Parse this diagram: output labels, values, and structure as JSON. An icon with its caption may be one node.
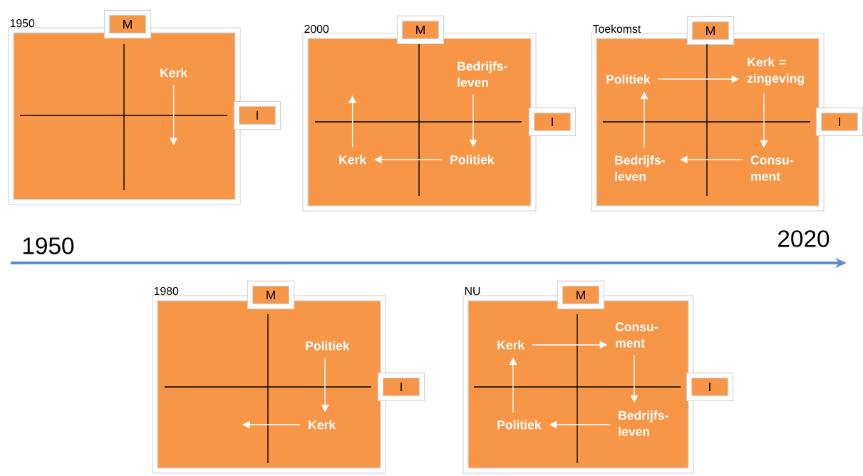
{
  "diagram": {
    "nodes": [
      {
        "text": [
          "1950"
        ]
      },
      {
        "text": [
          "M"
        ]
      },
      {
        "text": [
          "I"
        ]
      },
      {
        "text": [
          "Kerk"
        ],
        "in": 0
      },
      {
        "text": [
          "2000"
        ]
      },
      {
        "text": [
          "M"
        ]
      },
      {
        "text": [
          "I"
        ]
      },
      {
        "text": [
          "Bedrijfs- leven"
        ],
        "in": 4
      },
      {
        "text": [
          "Kerk"
        ],
        "in": 4
      },
      {
        "text": [
          "Politiek"
        ],
        "in": 4
      },
      {
        "text": [
          "Toekomst"
        ]
      },
      {
        "text": [
          "M"
        ]
      },
      {
        "text": [
          "I"
        ]
      },
      {
        "text": [
          "Politiek"
        ],
        "in": 10
      },
      {
        "text": [
          "Kerk = zingeving"
        ],
        "in": 10
      },
      {
        "text": [
          "Bedrijfs- leven"
        ],
        "in": 10
      },
      {
        "text": [
          "Consu- ment"
        ],
        "in": 10
      },
      {
        "text": [
          "1980"
        ]
      },
      {
        "text": [
          "M"
        ]
      },
      {
        "text": [
          "I"
        ]
      },
      {
        "text": [
          "Politiek"
        ],
        "in": 17
      },
      {
        "text": [
          "Kerk"
        ],
        "in": 17
      },
      {
        "text": [
          "NU"
        ]
      },
      {
        "text": [
          "M"
        ]
      },
      {
        "text": [
          "I"
        ]
      },
      {
        "text": [
          "Kerk"
        ],
        "in": 22
      },
      {
        "text": [
          "Consu- ment"
        ],
        "in": 22
      },
      {
        "text": [
          "Politiek"
        ],
        "in": 22
      },
      {
        "text": [
          "Bedrijfs- leven"
        ],
        "in": 22
      }
    ],
    "edges": [
      {
        "from": 3,
        "to": null,
        "arrow": "to"
      },
      {
        "from": 7,
        "to": 9,
        "arrow": "to"
      },
      {
        "from": 9,
        "to": 8,
        "arrow": "to"
      },
      {
        "from": 8,
        "to": null,
        "arrow": "to"
      },
      {
        "from": 13,
        "to": 14,
        "arrow": "to"
      },
      {
        "from": 14,
        "to": 16,
        "arrow": "to"
      },
      {
        "from": 16,
        "to": 15,
        "arrow": "to"
      },
      {
        "from": 15,
        "to": 13,
        "arrow": "to"
      },
      {
        "from": 20,
        "to": 21,
        "arrow": "to"
      },
      {
        "from": 21,
        "to": null,
        "arrow": "to"
      },
      {
        "from": 25,
        "to": 26,
        "arrow": "to"
      },
      {
        "from": 26,
        "to": 28,
        "arrow": "to"
      },
      {
        "from": 28,
        "to": 27,
        "arrow": "to"
      },
      {
        "from": 27,
        "to": 25,
        "arrow": "to"
      }
    ],
    "labels": [
      "1950",
      "2020"
    ]
  }
}
